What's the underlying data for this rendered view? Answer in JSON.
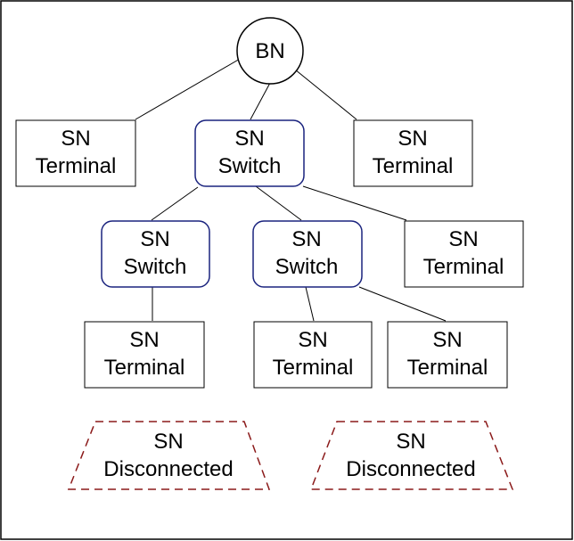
{
  "nodes": {
    "bn": {
      "label": "BN"
    },
    "t1": {
      "line1": "SN",
      "line2": "Terminal"
    },
    "s1": {
      "line1": "SN",
      "line2": "Switch"
    },
    "t2": {
      "line1": "SN",
      "line2": "Terminal"
    },
    "s2": {
      "line1": "SN",
      "line2": "Switch"
    },
    "s3": {
      "line1": "SN",
      "line2": "Switch"
    },
    "t3": {
      "line1": "SN",
      "line2": "Terminal"
    },
    "t4": {
      "line1": "SN",
      "line2": "Terminal"
    },
    "t5": {
      "line1": "SN",
      "line2": "Terminal"
    },
    "t6": {
      "line1": "SN",
      "line2": "Terminal"
    },
    "d1": {
      "line1": "SN",
      "line2": "Disconnected"
    },
    "d2": {
      "line1": "SN",
      "line2": "Disconnected"
    }
  },
  "colors": {
    "terminal_border": "#000000",
    "switch_border": "#1a237e",
    "disconnected_border": "#8b1a1a",
    "connector": "#000000"
  }
}
